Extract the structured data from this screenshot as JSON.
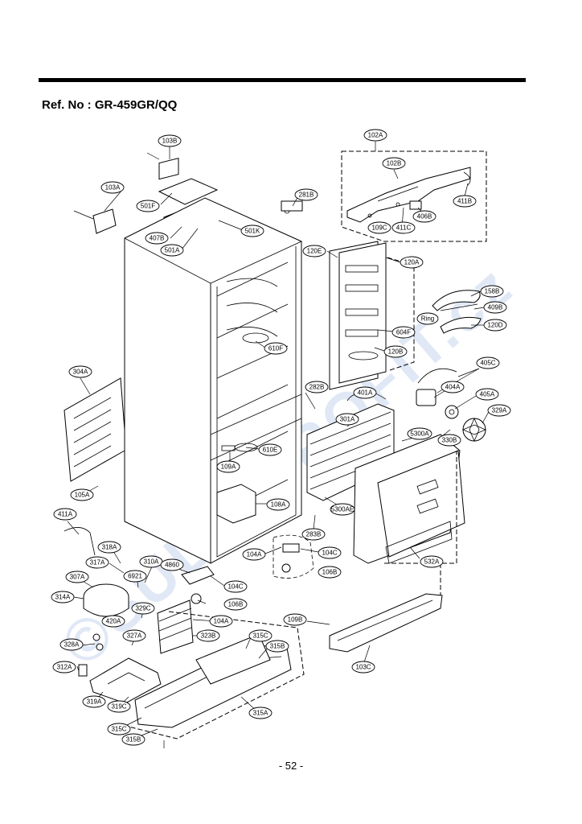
{
  "header": {
    "ref_label": "Ref. No : GR-459GR/QQ"
  },
  "footer": {
    "page_number": "- 52 -"
  },
  "watermark": {
    "text": "©SULLVPROFIT.cz",
    "color": "#c7d6ef"
  },
  "callouts": [
    {
      "id": "102A"
    },
    {
      "id": "102B"
    },
    {
      "id": "411B"
    },
    {
      "id": "406B"
    },
    {
      "id": "411C"
    },
    {
      "id": "109C"
    },
    {
      "id": "103B"
    },
    {
      "id": "103A"
    },
    {
      "id": "501F"
    },
    {
      "id": "407B"
    },
    {
      "id": "501A"
    },
    {
      "id": "501K"
    },
    {
      "id": "281B"
    },
    {
      "id": "120E"
    },
    {
      "id": "120A"
    },
    {
      "id": "158B"
    },
    {
      "id": "409B"
    },
    {
      "id": "Ring"
    },
    {
      "id": "120D"
    },
    {
      "id": "604F"
    },
    {
      "id": "120B"
    },
    {
      "id": "610F"
    },
    {
      "id": "304A"
    },
    {
      "id": "282B"
    },
    {
      "id": "401A"
    },
    {
      "id": "405C"
    },
    {
      "id": "404A"
    },
    {
      "id": "405A"
    },
    {
      "id": "329A"
    },
    {
      "id": "301A"
    },
    {
      "id": "5300A"
    },
    {
      "id": "330B"
    },
    {
      "id": "610E"
    },
    {
      "id": "109A"
    },
    {
      "id": "105A"
    },
    {
      "id": "108A"
    },
    {
      "id": "5300AE"
    },
    {
      "id": "283B"
    },
    {
      "id": "411A"
    },
    {
      "id": "318A"
    },
    {
      "id": "104A"
    },
    {
      "id": "104C"
    },
    {
      "id": "532A"
    },
    {
      "id": "317A"
    },
    {
      "id": "310A"
    },
    {
      "id": "4860"
    },
    {
      "id": "6921"
    },
    {
      "id": "106B"
    },
    {
      "id": "307A"
    },
    {
      "id": "314A"
    },
    {
      "id": "329C"
    },
    {
      "id": "420A"
    },
    {
      "id": "109B"
    },
    {
      "id": "327A"
    },
    {
      "id": "323B"
    },
    {
      "id": "315C"
    },
    {
      "id": "315B"
    },
    {
      "id": "328A"
    },
    {
      "id": "103C"
    },
    {
      "id": "312A"
    },
    {
      "id": "319A"
    },
    {
      "id": "319C"
    },
    {
      "id": "315A"
    }
  ]
}
